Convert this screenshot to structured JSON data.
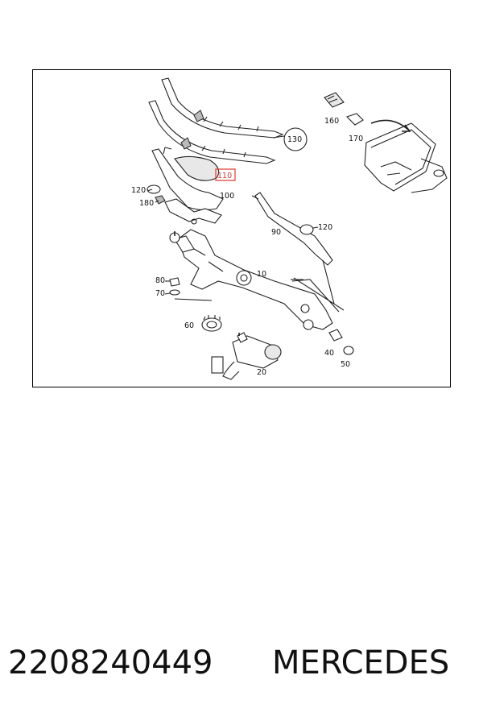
{
  "diagram": {
    "labels": {
      "l10": "10",
      "l20": "20",
      "l40": "40",
      "l50": "50",
      "l60": "60",
      "l70": "70",
      "l80": "80",
      "l90": "90",
      "l100": "100",
      "l110": "110",
      "l120a": "120",
      "l120b": "120",
      "l130": "130",
      "l160": "160",
      "l170": "170",
      "l180": "180"
    },
    "highlight_color": "#e0453a"
  },
  "caption": {
    "part_number": "2208240449",
    "brand": "MERCEDES"
  }
}
